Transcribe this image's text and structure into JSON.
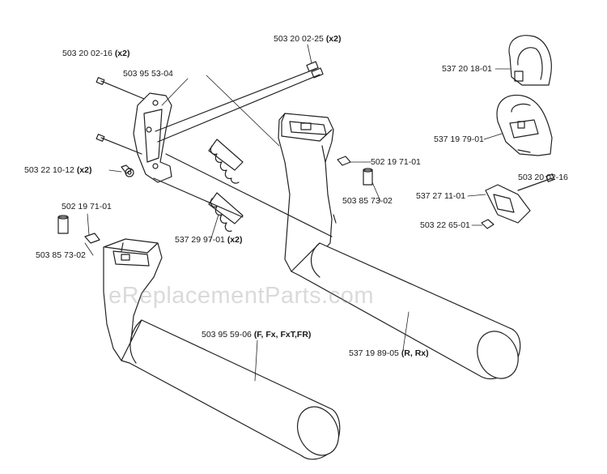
{
  "watermark": "eReplacementParts.com",
  "labels": {
    "p1": {
      "num": "503 20 02-16",
      "qty": "(x2)"
    },
    "p2": {
      "num": "503 95 53-04",
      "qty": ""
    },
    "p3": {
      "num": "503 20 02-25",
      "qty": "(x2)"
    },
    "p4": {
      "num": "537 20 18-01",
      "qty": ""
    },
    "p5": {
      "num": "537 19 79-01",
      "qty": ""
    },
    "p6": {
      "num": "503 22 10-12",
      "qty": "(x2)"
    },
    "p7": {
      "num": "502 19 71-01",
      "qty": ""
    },
    "p8": {
      "num": "503 85 73-02",
      "qty": ""
    },
    "p9": {
      "num": "503 20 02-16",
      "qty": ""
    },
    "p10": {
      "num": "537 27 11-01",
      "qty": ""
    },
    "p11": {
      "num": "503 22 65-01",
      "qty": ""
    },
    "p12": {
      "num": "537 29 97-01",
      "qty": "(x2)"
    },
    "p13": {
      "num": "502 19 71-01",
      "qty": ""
    },
    "p14": {
      "num": "503 85 73-02",
      "qty": ""
    },
    "p15": {
      "num": "503 95 59-06",
      "qty": "(F, Fx, FxT,FR)"
    },
    "p16": {
      "num": "537 19 89-05",
      "qty": "(R, Rx)"
    }
  }
}
